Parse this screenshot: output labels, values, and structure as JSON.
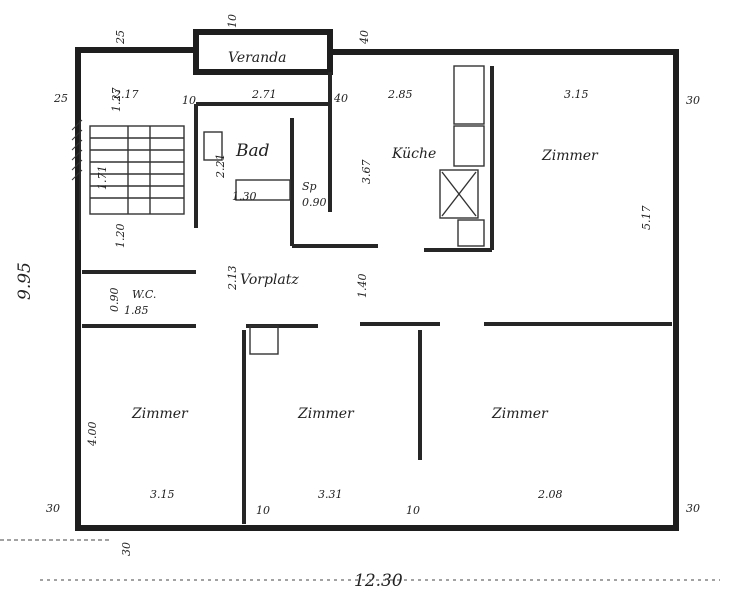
{
  "plan": {
    "rooms": {
      "veranda": "Veranda",
      "bad": "Bad",
      "kueche": "Küche",
      "zimmer_top_right": "Zimmer",
      "vorplatz": "Vorplatz",
      "wc": "W.C.",
      "zimmer_bottom_left": "Zimmer",
      "zimmer_bottom_mid": "Zimmer",
      "zimmer_bottom_right": "Zimmer",
      "speise": "Sp"
    },
    "dims": {
      "total_width": "12.30",
      "total_height": "9.95",
      "stair_w": "2.17",
      "stair_d": "1.27",
      "stair_l": "1.71",
      "hall_w": "1.20",
      "bad_w": "2.71",
      "bad_h": "2.21",
      "bad_sub": "1.30",
      "sp_w": "0.90",
      "kueche_w": "2.85",
      "kueche_h": "3.67",
      "zimmer_w": "3.15",
      "zimmer_h": "5.17",
      "vorplatz_h": "2.13",
      "vorplatz_d": "1.40",
      "wc_w": "1.85",
      "wc_h": "0.90",
      "room1_h": "4.00",
      "room1_w": "3.15",
      "room2_w": "3.31",
      "room3_w": "2.08",
      "wall_30": "30",
      "wall_25": "25",
      "wall_10": "10",
      "wall_40": "40"
    }
  }
}
